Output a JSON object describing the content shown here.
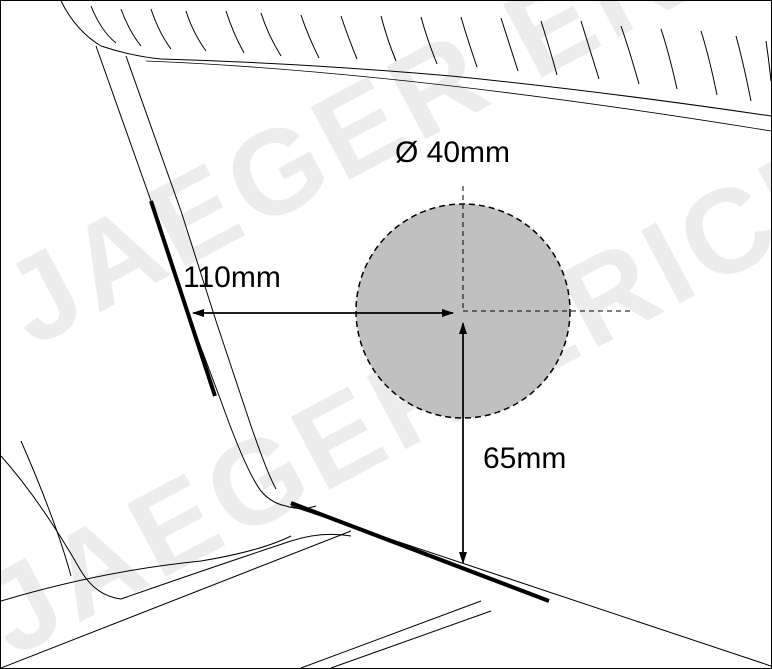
{
  "watermark": "JAEGER ERICH",
  "dimensions": {
    "diameter": "Ø 40mm",
    "horizontal": "110mm",
    "vertical": "65mm"
  },
  "colors": {
    "hole_fill": "#c0c0c0",
    "line": "#000000",
    "watermark": "#ececec"
  }
}
